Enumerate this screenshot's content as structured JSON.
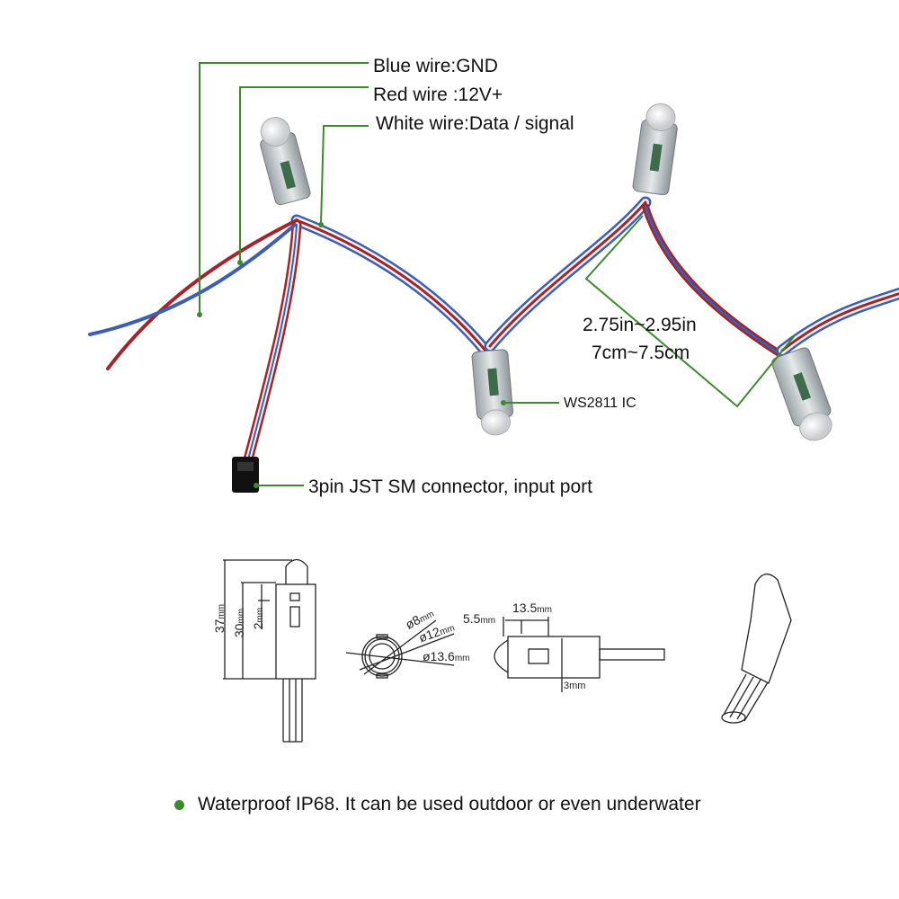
{
  "labels": {
    "blue_wire": "Blue wire:GND",
    "red_wire": "Red wire :",
    "red_wire_value": "12V+",
    "white_wire": "White wire:Data / signal",
    "spacing_in": "2.75in~2.95in",
    "spacing_cm": "7cm~7.5cm",
    "ic": "WS2811 IC",
    "connector": "3pin JST SM connector, input port"
  },
  "dimensions": {
    "height_total": "37",
    "height_body": "30",
    "offset_top": "2",
    "dia_inner": "ø8",
    "dia_mid": "ø12",
    "dia_outer": "ø13.6",
    "length_a": "5.5",
    "length_b": "13.5",
    "clip_width": "3mm",
    "unit": "mm"
  },
  "footer": {
    "note": "Waterproof IP68.  It can be used outdoor or even underwater"
  },
  "colors": {
    "leader": "#3c8a2e",
    "wire_red": "#a3242a",
    "wire_blue": "#3d5fb0",
    "wire_white": "#f2f2f2"
  }
}
